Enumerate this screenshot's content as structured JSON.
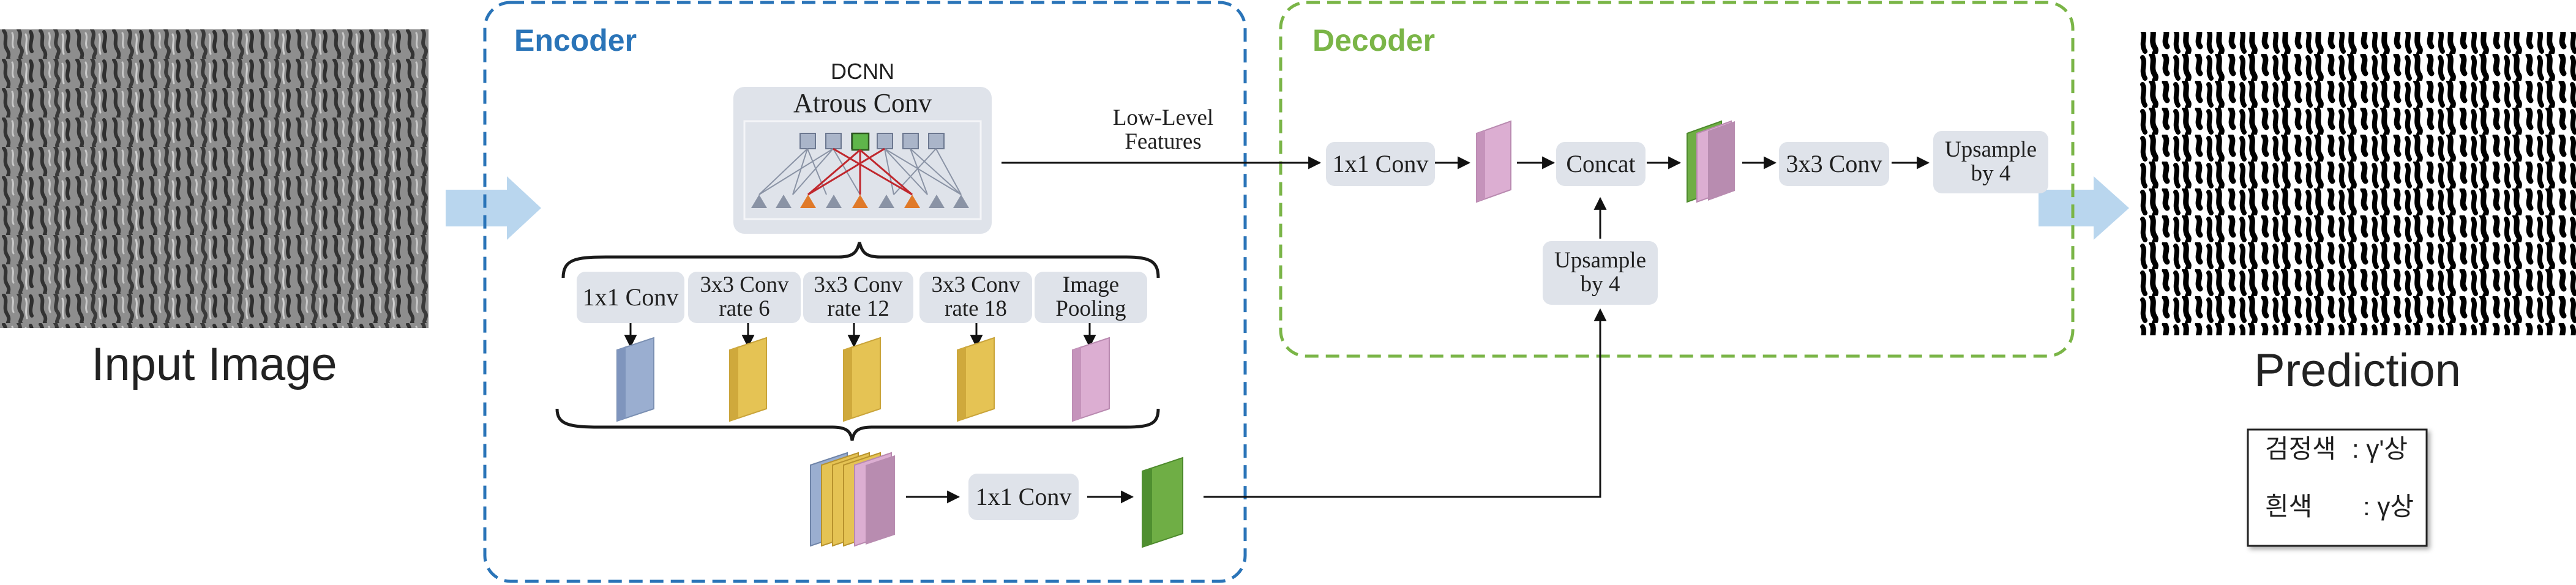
{
  "input_label": "Input Image",
  "prediction_label": "Prediction",
  "encoder": {
    "title": "Encoder",
    "dcnn_label": "DCNN",
    "atrous_conv_label": "Atrous Conv",
    "aspp": [
      {
        "label": "1x1 Conv"
      },
      {
        "label": "3x3 Conv rate 6"
      },
      {
        "label": "3x3 Conv rate 12"
      },
      {
        "label": "3x3 Conv rate 18"
      },
      {
        "label": "Image Pooling"
      }
    ],
    "conv1x1_label": "1x1 Conv"
  },
  "decoder": {
    "title": "Decoder",
    "low_level_label": "Low-Level Features",
    "conv1x1_label": "1x1 Conv",
    "concat_label": "Concat",
    "conv3x3_label": "3x3 Conv",
    "upsample_final_label": "Upsample by 4",
    "upsample_mid_label": "Upsample by 4"
  },
  "legend": {
    "black_label": "검정색",
    "black_value": ": γ'상",
    "white_label": "흰색",
    "white_value": ": γ상"
  },
  "colors": {
    "encoder_border": "#2a74b8",
    "decoder_border": "#7ab547",
    "box_fill": "#dfe3ea",
    "feature_blue": "#9aaed0",
    "feature_yellow": "#e5c354",
    "feature_pink": "#dcaed2",
    "feature_green": "#6fae45",
    "big_arrow": "#b9d6ee",
    "node_orange": "#e07a29",
    "center_green": "#5fb64a"
  }
}
